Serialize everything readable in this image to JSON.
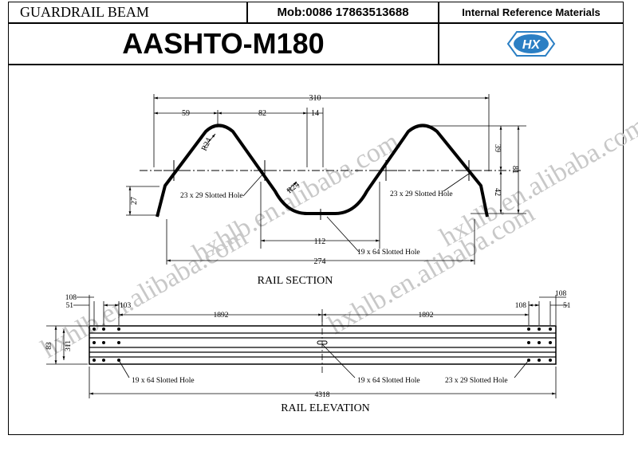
{
  "header": {
    "product": "GUARDRAIL BEAM",
    "mobile": "Mob:0086 17863513688",
    "reference": "Internal Reference Materials",
    "standard": "AASHTO-M180",
    "logo_text": "HX"
  },
  "watermark": "hxhlb.en.alibaba.com",
  "colors": {
    "line": "#000000",
    "logo_blue": "#2b7fc4",
    "watermark": "#c8c8c8"
  },
  "rail_section": {
    "title": "RAIL SECTION",
    "dims": {
      "overall_width": "310",
      "left_offset": "59",
      "peak_to_center": "82",
      "center_gap": "14",
      "radius_top": "R24",
      "radius_bottom": "R24",
      "left_flange": "27",
      "upper_height": "39",
      "total_height": "81",
      "lower_height": "42",
      "valley_width": "112",
      "base_width": "274"
    },
    "labels": {
      "slot_left": "23 x 29 Slotted Hole",
      "slot_right": "23 x 29 Slotted Hole",
      "slot_valley": "19 x 64 Slotted Hole"
    }
  },
  "rail_elevation": {
    "title": "RAIL ELEVATION",
    "dims": {
      "edge_left": "51",
      "pitch_left": "108",
      "offset_left": "103",
      "span_left": "1892",
      "span_right": "1892",
      "pitch_right": "108",
      "edge_right_a": "108",
      "edge_right_b": "51",
      "total_length": "4318",
      "height_a": "83",
      "height_b": "311"
    },
    "labels": {
      "slot_a": "19 x 64 Slotted Hole",
      "slot_b": "19 x 64 Slotted Hole",
      "slot_c": "23 x 29 Slotted Hole"
    }
  }
}
